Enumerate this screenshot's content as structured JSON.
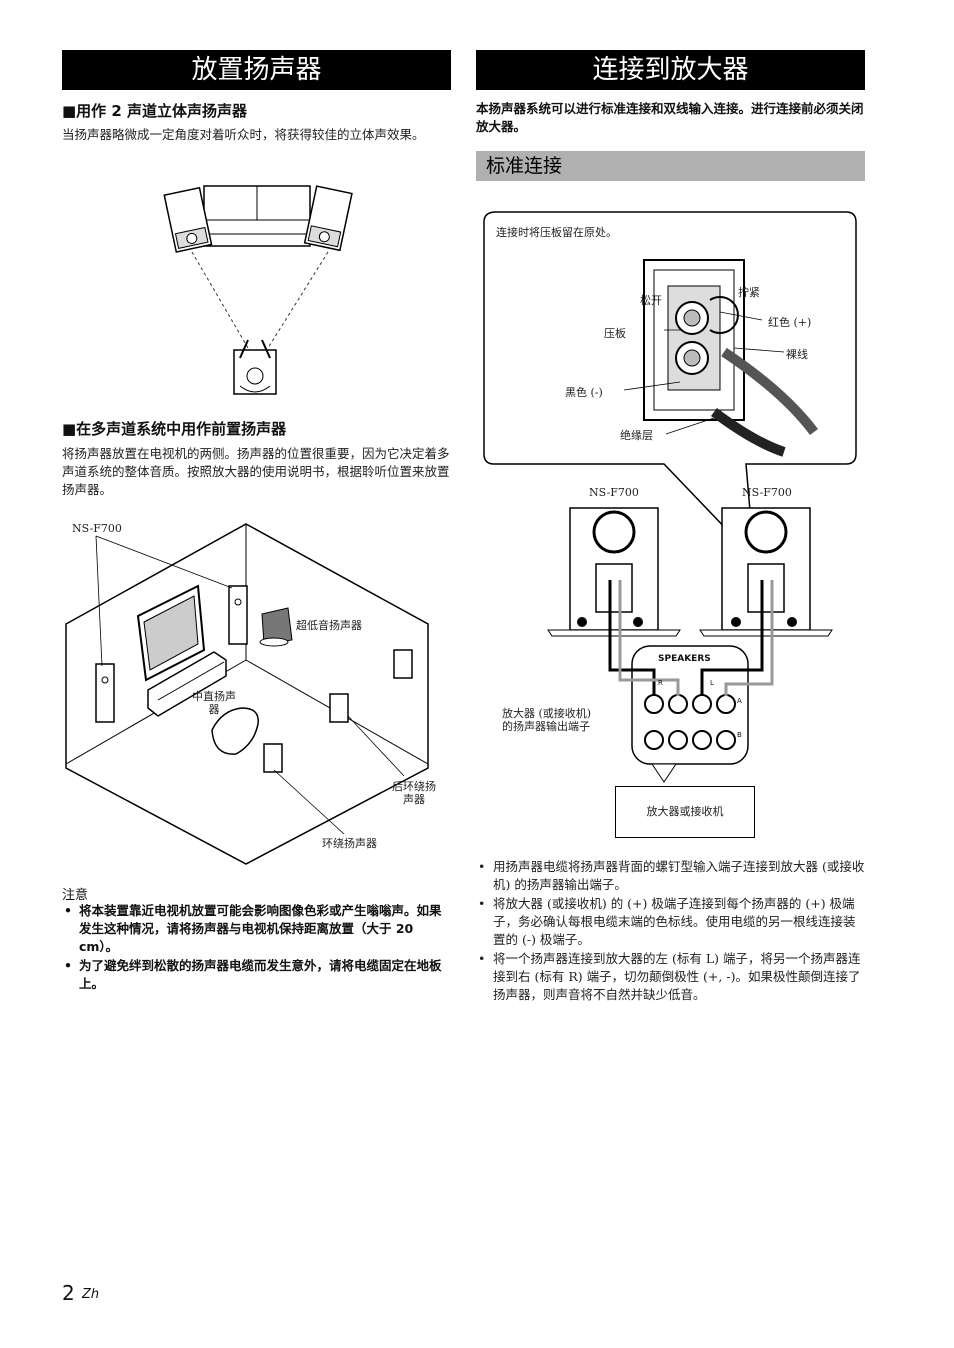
{
  "left": {
    "title": "放置扬声器",
    "section1": {
      "heading": "■用作 2 声道立体声扬声器",
      "text": "当扬声器略微成一定角度对着听众时，将获得较佳的立体声效果。"
    },
    "section2": {
      "heading": "■在多声道系统中用作前置扬声器",
      "text": "将扬声器放置在电视机的两侧。扬声器的位置很重要，因为它决定着多声道系统的整体音质。按照放大器的使用说明书，根据聆听位置来放置扬声器。"
    },
    "room_labels": {
      "model": "NS-F700",
      "subwoofer": "超低音扬声器",
      "center_line1": "中直扬声",
      "center_line2": "器",
      "rear_line1": "后环绕扬",
      "rear_line2": "声器",
      "surround": "环绕扬声器"
    },
    "notes": {
      "heading": "注意",
      "items": [
        "将本装置靠近电视机放置可能会影响图像色彩或产生嗡嗡声。如果发生这种情况，请将扬声器与电视机保持距离放置（大于 20 cm）。",
        "为了避免绊到松散的扬声器电缆而发生意外，请将电缆固定在地板上。"
      ]
    }
  },
  "right": {
    "title": "连接到放大器",
    "intro": "本扬声器系统可以进行标准连接和双线输入连接。进行连接前必须关闭放大器。",
    "subsection": "标准连接",
    "callout": {
      "note": "连接时将压板留在原处。",
      "loosen": "松开",
      "tighten": "拧紧",
      "plate": "压板",
      "red": "红色 (+)",
      "bare": "裸线",
      "black": "黑色 (-)",
      "insulation": "绝缘层"
    },
    "speaker_left_model": "NS-F700",
    "speaker_right_model": "NS-F700",
    "amp": {
      "panel_title": "SPEAKERS",
      "R": "R",
      "L": "L",
      "A": "A",
      "B": "B",
      "plus": "+",
      "minus": "−",
      "terminal_line1": "放大器 (或接收机)",
      "terminal_line2": "的扬声器输出端子",
      "box_label": "放大器或接收机"
    },
    "bullets": [
      "用扬声器电缆将扬声器背面的螺钉型输入端子连接到放大器 (或接收机) 的扬声器输出端子。",
      "将放大器 (或接收机) 的 (+) 极端子连接到每个扬声器的 (+) 极端子，务必确认每根电缆末端的色标线。使用电缆的另一根线连接装置的 (-) 极端子。",
      "将一个扬声器连接到放大器的左 (标有 L) 端子，将另一个扬声器连接到右 (标有 R) 端子，切勿颠倒极性 (+, -)。如果极性颠倒连接了扬声器，则声音将不自然并缺少低音。"
    ]
  },
  "footer": {
    "page": "2",
    "lang": "Zh"
  }
}
